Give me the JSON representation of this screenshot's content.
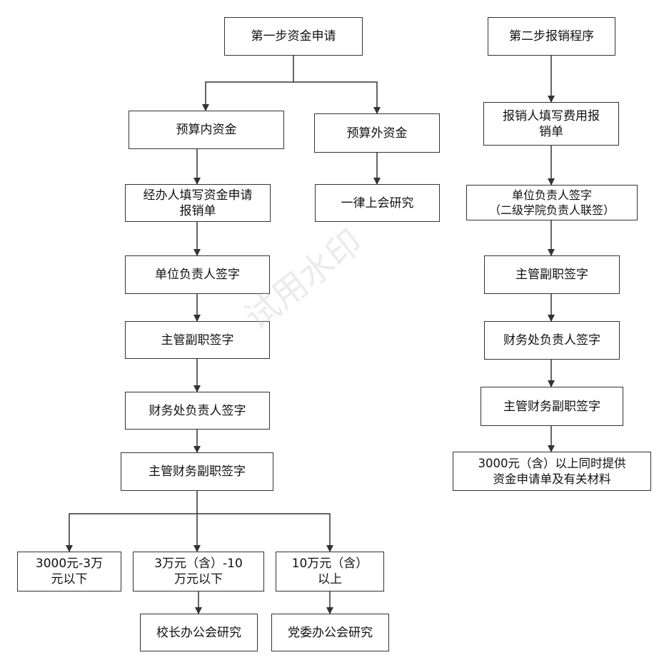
{
  "colors": {
    "line": "#333333",
    "box_border": "#333333",
    "text": "#111111",
    "background": "#ffffff"
  },
  "watermark": "试用水印",
  "nodes": {
    "step1": "第一步资金申请",
    "in_budget": "预算内资金",
    "out_budget": "预算外资金",
    "fill_form": "经办人填写资金申请\n报销单",
    "unanimous": "一律上会研究",
    "unit_sign": "单位负责人签字",
    "deputy_sign": "主管副职签字",
    "finance_head": "财务处负责人签字",
    "finance_deputy": "主管财务副职签字",
    "amount_a": "3000元-3万\n元以下",
    "amount_b": "3万元（含）-10\n万元以下",
    "amount_c": "10万元（含）\n以上",
    "president_office": "校长办公会研究",
    "party_office": "党委办公会研究",
    "step2": "第二步报销程序",
    "r_fill": "报销人填写费用报\n销单",
    "r_unit_sign": "单位负责人签字\n（二级学院负责人联签）",
    "r_deputy_sign": "主管副职签字",
    "r_finance_head": "财务处负责人签字",
    "r_finance_deputy": "主管财务副职签字",
    "r_extra": "3000元（含）以上同时提供\n资金申请单及有关材料"
  }
}
